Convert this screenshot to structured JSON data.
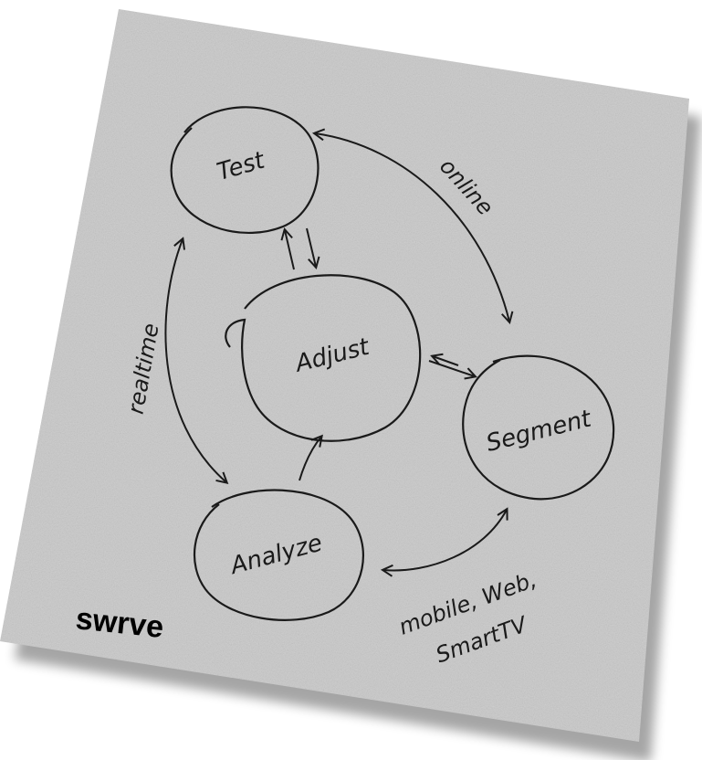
{
  "diagram": {
    "nodes": [
      {
        "id": "test",
        "label": "Test"
      },
      {
        "id": "adjust",
        "label": "Adjust"
      },
      {
        "id": "segment",
        "label": "Segment"
      },
      {
        "id": "analyze",
        "label": "Analyze"
      }
    ],
    "edges": [
      {
        "from": "test",
        "to": "segment",
        "direction": "both",
        "label": "online"
      },
      {
        "from": "test",
        "to": "analyze",
        "direction": "both",
        "label": "realtime"
      },
      {
        "from": "segment",
        "to": "analyze",
        "direction": "both",
        "label_lines": [
          "mobile, Web,",
          "SmartTV"
        ]
      },
      {
        "from": "test",
        "to": "adjust",
        "direction": "both",
        "label": ""
      },
      {
        "from": "adjust",
        "to": "segment",
        "direction": "both",
        "label": ""
      },
      {
        "from": "analyze",
        "to": "adjust",
        "direction": "forward",
        "label": ""
      }
    ]
  },
  "logo": {
    "text": "swrve"
  },
  "colors": {
    "paper": "#c9c9c9",
    "ink": "#1a1a1a",
    "background": "#ffffff"
  }
}
